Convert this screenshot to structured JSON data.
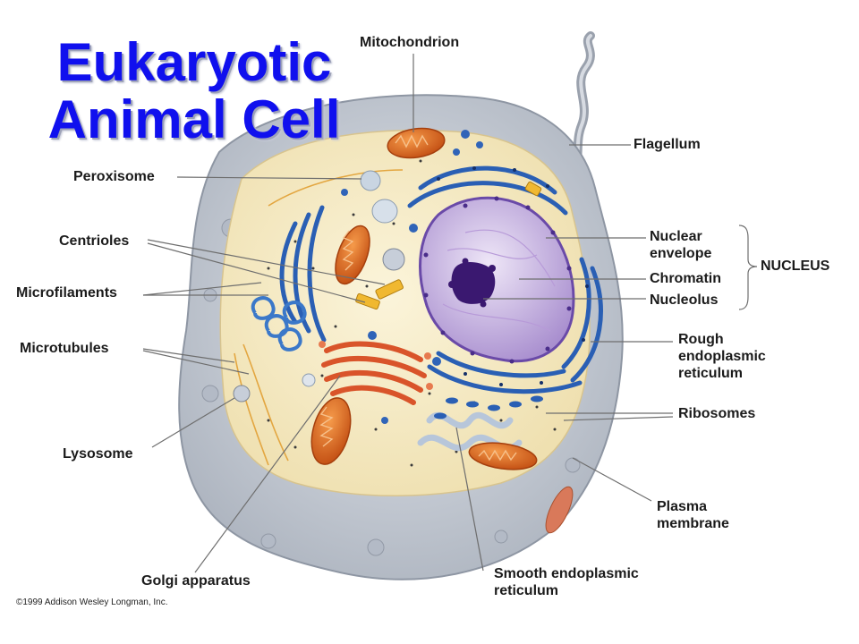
{
  "title": {
    "line1": "Eukaryotic",
    "line2": "Animal Cell"
  },
  "labels": {
    "mitochondrion": "Mitochondrion",
    "flagellum": "Flagellum",
    "peroxisome": "Peroxisome",
    "centrioles": "Centrioles",
    "microfilaments": "Microfilaments",
    "microtubules": "Microtubules",
    "lysosome": "Lysosome",
    "golgi": "Golgi apparatus",
    "nuclear_envelope": [
      "Nuclear",
      "envelope"
    ],
    "chromatin": "Chromatin",
    "nucleolus": "Nucleolus",
    "nucleus_group": "NUCLEUS",
    "rough_er": [
      "Rough",
      "endoplasmic",
      "reticulum"
    ],
    "ribosomes": "Ribosomes",
    "plasma_membrane": [
      "Plasma",
      "membrane"
    ],
    "smooth_er": [
      "Smooth endoplasmic",
      "reticulum"
    ]
  },
  "copyright": "©1999 Addison Wesley Longman, Inc.",
  "colors": {
    "title": "#1010ee",
    "cytoplasm": "#f6ecc6",
    "cell_outer": "#c9ced6",
    "nucleus": "#d6c6ea",
    "chromatin": "#3a1870",
    "mitochondria": "#e06a1e",
    "er": "#2a5fb4",
    "golgi": "#d9542a"
  }
}
